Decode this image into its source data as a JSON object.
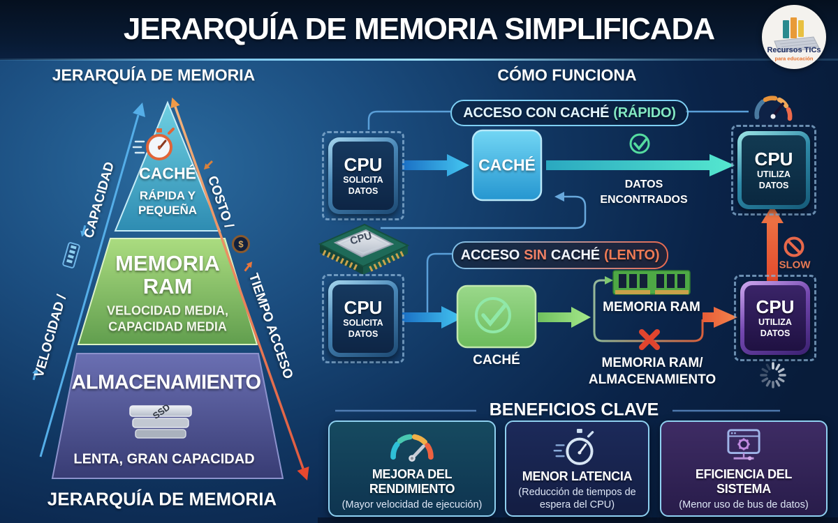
{
  "header": {
    "title": "JERARQUÍA DE MEMORIA SIMPLIFICADA"
  },
  "logo": {
    "name": "Recursos TICs",
    "tagline": "para educación"
  },
  "left": {
    "heading": "JERARQUÍA DE MEMORIA",
    "caption": "JERARQUÍA DE MEMORIA",
    "pyramid": {
      "cache": {
        "title": "CACHÉ",
        "sub1": "RÁPIDA Y",
        "sub2": "PEQUEÑA"
      },
      "ram": {
        "line1": "MEMORIA",
        "line2": "RAM",
        "sub1": "VELOCIDAD MEDIA,",
        "sub2": "CAPACIDAD MEDIA"
      },
      "storage": {
        "title": "ALMACENAMIENTO",
        "disk_label": "SSD",
        "sub": "LENTA, GRAN CAPACIDAD"
      }
    },
    "axes": {
      "capacity": "CAPACIDAD",
      "speed": "VELOCIDAD /",
      "cost": "COSTO /",
      "access_time": "TIEMPO ACCESO",
      "dollar": "$"
    }
  },
  "right": {
    "heading": "CÓMO FUNCIONA",
    "fast": {
      "pill_main": "ACCESO CON CACHÉ",
      "pill_accent": "(RÁPIDO)",
      "cpu_request": [
        "CPU",
        "SOLICITA",
        "DATOS"
      ],
      "cache_label": "CACHÉ",
      "found_line1": "DATOS",
      "found_line2": "ENCONTRADOS",
      "cpu_use": [
        "CPU",
        "UTILIZA",
        "DATOS"
      ]
    },
    "slow": {
      "pill_part1": "ACCESO",
      "pill_sin": "SIN",
      "pill_part2": "CACHÉ",
      "pill_lento": "(LENTO)",
      "chip_label": "CPU",
      "cpu_request": [
        "CPU",
        "SOLICITA",
        "DATOS"
      ],
      "cache_label": "CACHÉ",
      "ram_label": "MEMORIA RAM",
      "miss_line1": "MEMORIA RAM/",
      "miss_line2": "ALMACENAMIENTO",
      "cpu_use": [
        "CPU",
        "UTILIZA",
        "DATOS"
      ],
      "slow_label": "SLOW"
    }
  },
  "benefits": {
    "heading": "BENEFICIOS CLAVE",
    "cards": [
      {
        "title": "MEJORA DEL RENDIMIENTO",
        "subtitle": "(Mayor velocidad de ejecución)"
      },
      {
        "title": "MENOR LATENCIA",
        "subtitle": "(Reducción de tiempos de espera del CPU)"
      },
      {
        "title": "EFICIENCIA DEL SISTEMA",
        "subtitle": "(Menor uso de bus de datos)"
      }
    ]
  },
  "colors": {
    "background": "#0c2750",
    "accent_blue": "#45c8f2",
    "accent_teal": "#55e8cf",
    "accent_green": "#7fe8c0",
    "accent_red": "#e8502e",
    "accent_orange": "#f09a3a",
    "card_border": "#8fd0f0"
  }
}
